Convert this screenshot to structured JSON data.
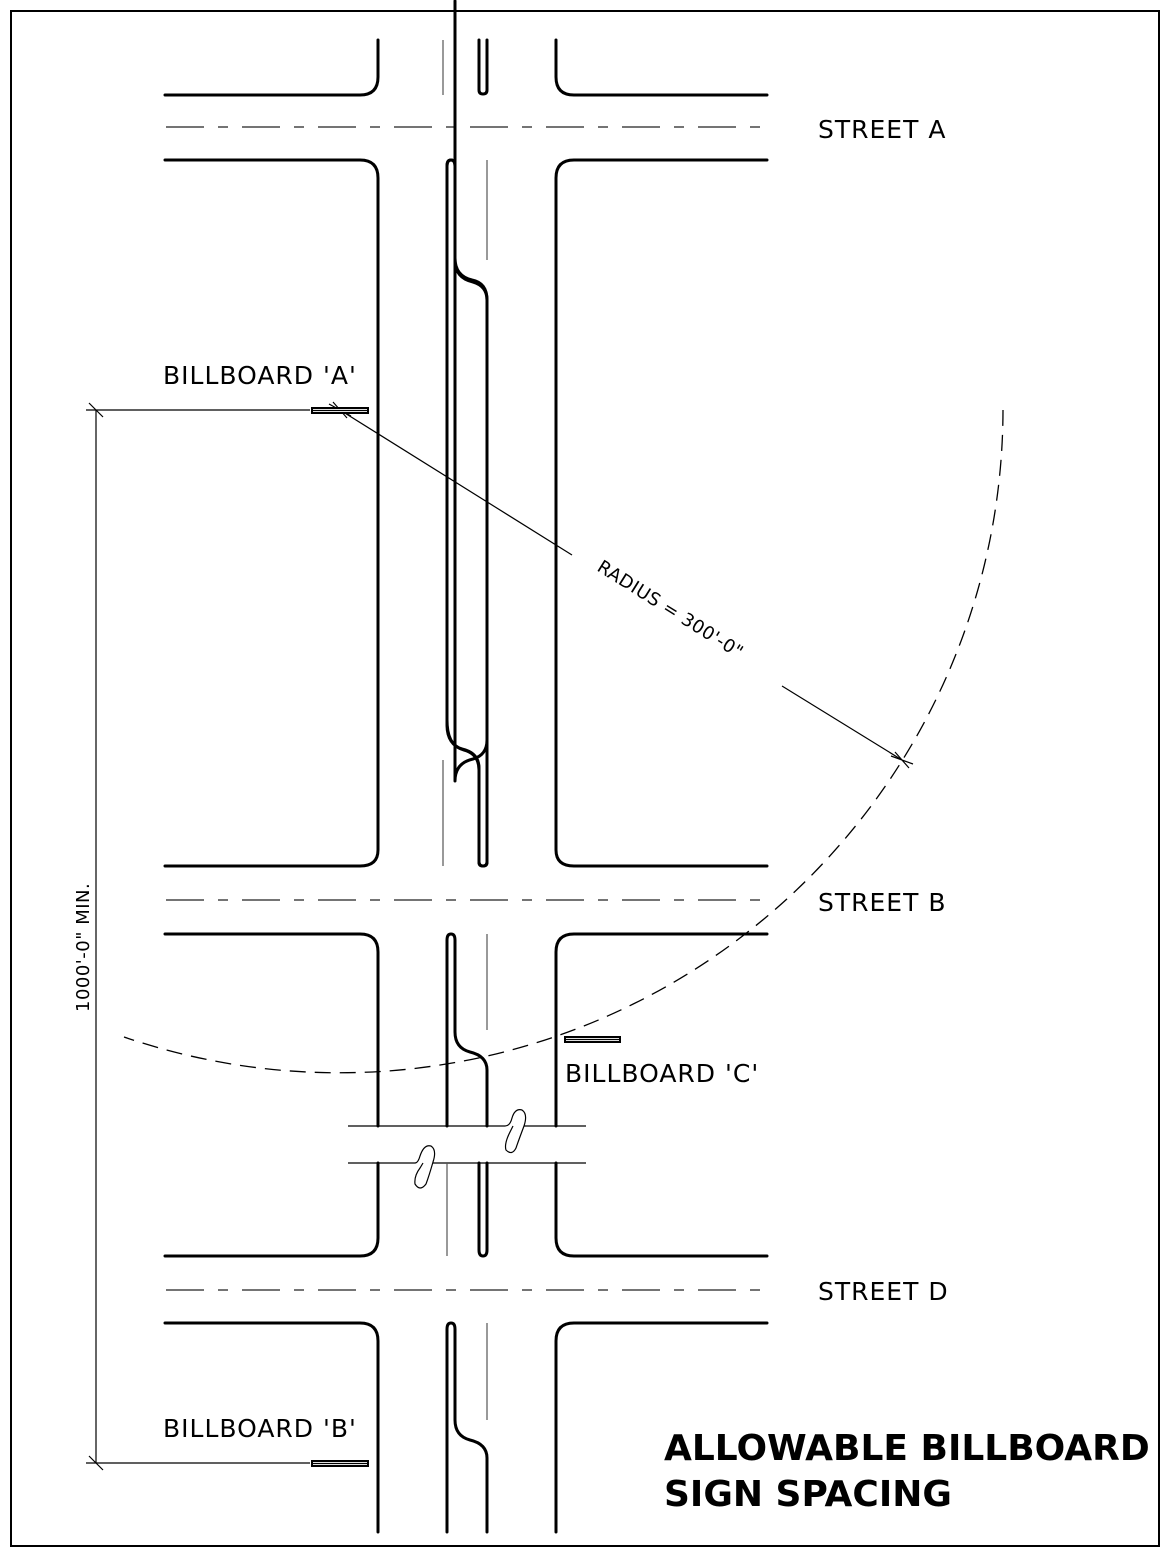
{
  "streets": {
    "a": "STREET  A",
    "b": "STREET  B",
    "d": "STREET  D"
  },
  "billboards": {
    "a": "BILLBOARD  'A'",
    "b": "BILLBOARD  'B'",
    "c": "BILLBOARD  'C'"
  },
  "dimensions": {
    "radius": "RADIUS = 300'-0\"",
    "spacing": "1000'-0\" MIN."
  },
  "title": {
    "line1": "ALLOWABLE BILLBOARD",
    "line2": "SIGN SPACING"
  }
}
